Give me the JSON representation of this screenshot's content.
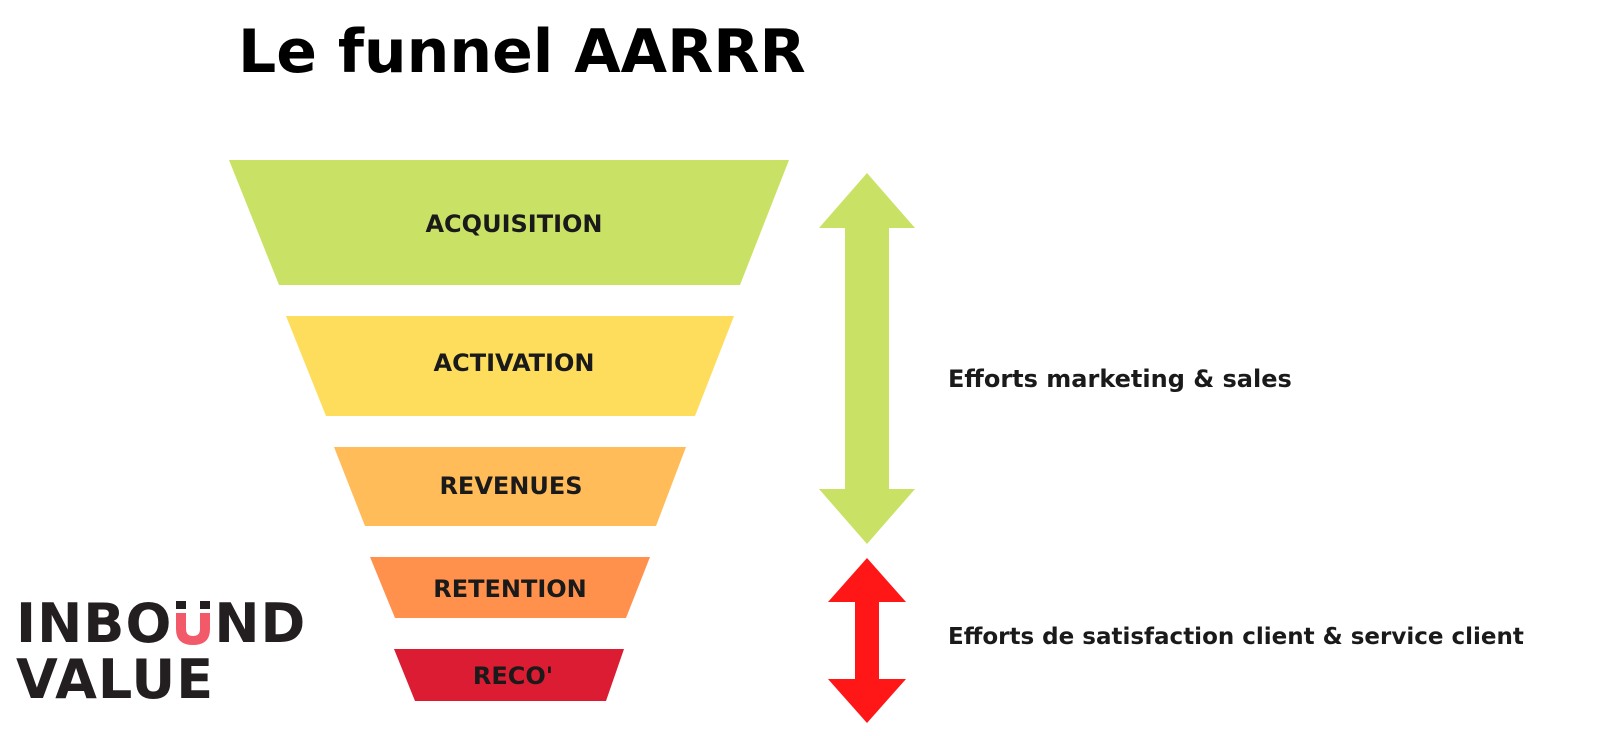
{
  "title": "Le funnel AARRR",
  "stages": [
    {
      "label": "ACQUISITION",
      "color": "#c9e265"
    },
    {
      "label": "ACTIVATION",
      "color": "#fedd5c"
    },
    {
      "label": "REVENUES",
      "color": "#ffbc58"
    },
    {
      "label": "RETENTION",
      "color": "#ff914d"
    },
    {
      "label": "RECO'",
      "color": "#db1c32"
    }
  ],
  "efforts": [
    {
      "label": "Efforts marketing & sales",
      "arrow_color": "#c9e265",
      "arrow": "double-arrow-icon"
    },
    {
      "label": "Efforts de satisfaction client & service client",
      "arrow_color": "#ff1616",
      "arrow": "double-arrow-icon"
    }
  ],
  "logo": {
    "line1_before": "INBO",
    "line1_after": "ND",
    "line2": "VALUE",
    "letter_u_icon": "magnet-u-icon",
    "text_color": "#231f20",
    "accent_color": "#f25a69"
  }
}
